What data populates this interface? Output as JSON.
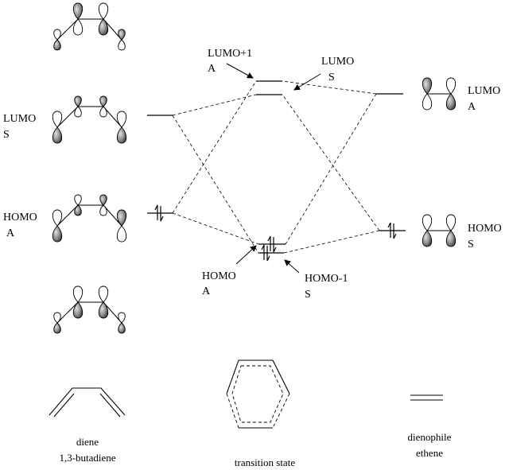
{
  "diene": {
    "lumo": {
      "name": "LUMO",
      "symmetry": "S"
    },
    "homo": {
      "name": "HOMO",
      "symmetry": "A"
    },
    "caption": [
      "diene",
      "1,3-butadiene"
    ],
    "orbitals": [
      {
        "level": "psi4",
        "lobes": [
          -1,
          1,
          -1,
          1
        ],
        "sizes": [
          "small",
          "large",
          "large",
          "small"
        ]
      },
      {
        "level": "psi3",
        "lobes": [
          -1,
          1,
          1,
          -1
        ],
        "sizes": [
          "large",
          "small",
          "small",
          "large"
        ]
      },
      {
        "level": "psi2",
        "lobes": [
          -1,
          -1,
          1,
          1
        ],
        "sizes": [
          "large",
          "small",
          "small",
          "large"
        ]
      },
      {
        "level": "psi1",
        "lobes": [
          -1,
          -1,
          -1,
          -1
        ],
        "sizes": [
          "small",
          "large",
          "large",
          "small"
        ]
      }
    ]
  },
  "transition_state": {
    "lumo_plus1": {
      "name": "LUMO+1",
      "symmetry": "A"
    },
    "lumo": {
      "name": "LUMO",
      "symmetry": "S"
    },
    "homo": {
      "name": "HOMO",
      "symmetry": "A"
    },
    "homo_minus1": {
      "name": "HOMO-1",
      "symmetry": "S"
    },
    "caption": "transition state"
  },
  "dienophile": {
    "lumo": {
      "name": "LUMO",
      "symmetry": "A",
      "lobes": [
        1,
        -1
      ]
    },
    "homo": {
      "name": "HOMO",
      "symmetry": "S",
      "lobes": [
        -1,
        -1
      ]
    },
    "caption": [
      "dienophile",
      "ethene"
    ]
  },
  "colors": {
    "line": "#000000",
    "lobe_shade": "#8a8a8a"
  }
}
